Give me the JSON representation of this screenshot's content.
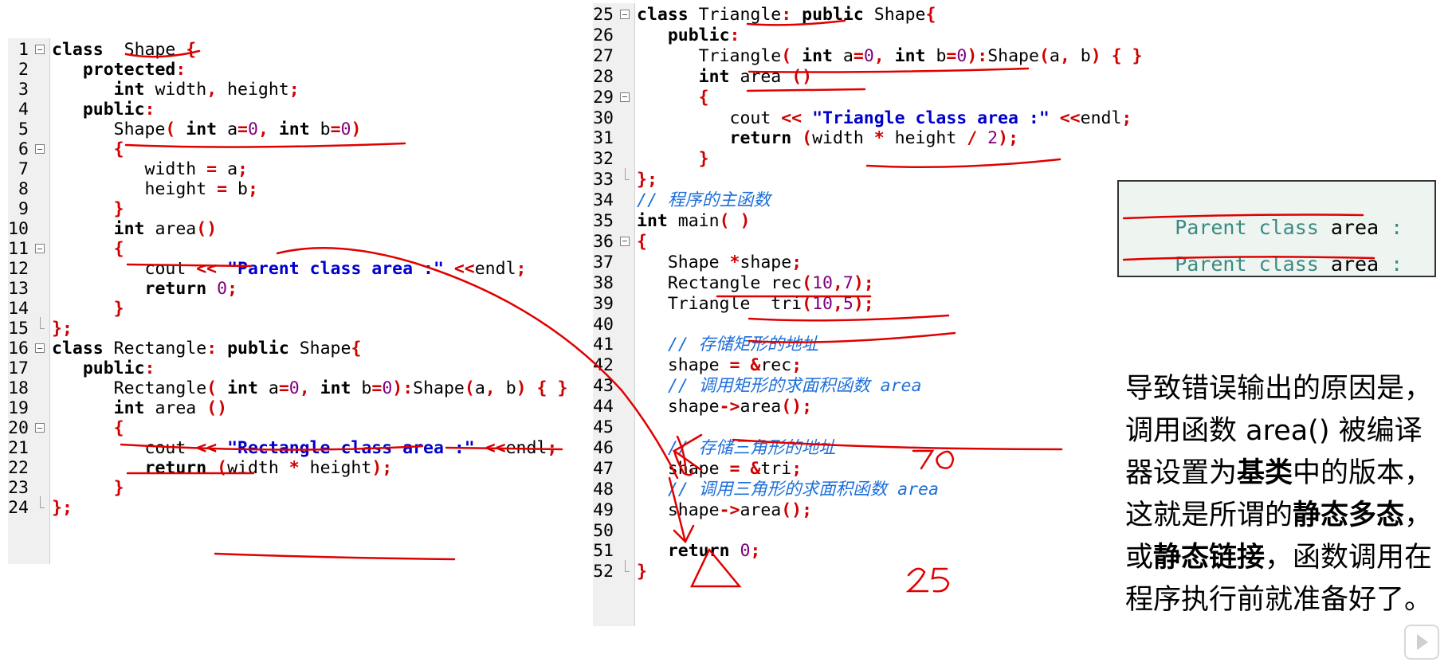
{
  "left_code": {
    "lines": [
      {
        "n": "1",
        "fold": "open",
        "segs": [
          [
            "kw",
            "class"
          ],
          [
            "",
            "  "
          ],
          [
            "",
            "Shape "
          ],
          [
            "op",
            "{"
          ]
        ]
      },
      {
        "n": "2",
        "segs": [
          [
            "",
            "   "
          ],
          [
            "kw",
            "protected"
          ],
          [
            "op",
            ":"
          ]
        ]
      },
      {
        "n": "3",
        "segs": [
          [
            "",
            "      "
          ],
          [
            "kw",
            "int"
          ],
          [
            "",
            " width"
          ],
          [
            "op",
            ","
          ],
          [
            "",
            " height"
          ],
          [
            "op",
            ";"
          ]
        ]
      },
      {
        "n": "4",
        "segs": [
          [
            "",
            "   "
          ],
          [
            "kw",
            "public"
          ],
          [
            "op",
            ":"
          ]
        ]
      },
      {
        "n": "5",
        "segs": [
          [
            "",
            "      Shape"
          ],
          [
            "op",
            "("
          ],
          [
            "",
            " "
          ],
          [
            "kw",
            "int"
          ],
          [
            "",
            " a"
          ],
          [
            "op",
            "="
          ],
          [
            "num",
            "0"
          ],
          [
            "op",
            ","
          ],
          [
            "",
            " "
          ],
          [
            "kw",
            "int"
          ],
          [
            "",
            " b"
          ],
          [
            "op",
            "="
          ],
          [
            "num",
            "0"
          ],
          [
            "op",
            ")"
          ]
        ]
      },
      {
        "n": "6",
        "fold": "open",
        "segs": [
          [
            "",
            "      "
          ],
          [
            "op",
            "{"
          ]
        ]
      },
      {
        "n": "7",
        "segs": [
          [
            "",
            "         width "
          ],
          [
            "op",
            "="
          ],
          [
            "",
            " a"
          ],
          [
            "op",
            ";"
          ]
        ]
      },
      {
        "n": "8",
        "segs": [
          [
            "",
            "         height "
          ],
          [
            "op",
            "="
          ],
          [
            "",
            " b"
          ],
          [
            "op",
            ";"
          ]
        ]
      },
      {
        "n": "9",
        "segs": [
          [
            "",
            "      "
          ],
          [
            "op",
            "}"
          ]
        ]
      },
      {
        "n": "10",
        "segs": [
          [
            "",
            "      "
          ],
          [
            "kw",
            "int"
          ],
          [
            "",
            " area"
          ],
          [
            "op",
            "()"
          ]
        ]
      },
      {
        "n": "11",
        "fold": "open",
        "segs": [
          [
            "",
            "      "
          ],
          [
            "op",
            "{"
          ]
        ]
      },
      {
        "n": "12",
        "segs": [
          [
            "",
            "         cout "
          ],
          [
            "op",
            "<<"
          ],
          [
            "",
            " "
          ],
          [
            "str",
            "\"Parent class area :\""
          ],
          [
            "",
            " "
          ],
          [
            "op",
            "<<"
          ],
          [
            "",
            "endl"
          ],
          [
            "op",
            ";"
          ]
        ]
      },
      {
        "n": "13",
        "segs": [
          [
            "",
            "         "
          ],
          [
            "kw",
            "return"
          ],
          [
            "",
            " "
          ],
          [
            "num",
            "0"
          ],
          [
            "op",
            ";"
          ]
        ]
      },
      {
        "n": "14",
        "segs": [
          [
            "",
            "      "
          ],
          [
            "op",
            "}"
          ]
        ]
      },
      {
        "n": "15",
        "fold": "end",
        "segs": [
          [
            "op",
            "};"
          ]
        ]
      },
      {
        "n": "16",
        "fold": "open",
        "segs": [
          [
            "kw",
            "class"
          ],
          [
            "",
            " Rectangle"
          ],
          [
            "op",
            ":"
          ],
          [
            "",
            " "
          ],
          [
            "kw",
            "public"
          ],
          [
            "",
            " Shape"
          ],
          [
            "op",
            "{"
          ]
        ]
      },
      {
        "n": "17",
        "segs": [
          [
            "",
            "   "
          ],
          [
            "kw",
            "public"
          ],
          [
            "op",
            ":"
          ]
        ]
      },
      {
        "n": "18",
        "segs": [
          [
            "",
            "      Rectangle"
          ],
          [
            "op",
            "("
          ],
          [
            "",
            " "
          ],
          [
            "kw",
            "int"
          ],
          [
            "",
            " a"
          ],
          [
            "op",
            "="
          ],
          [
            "num",
            "0"
          ],
          [
            "op",
            ","
          ],
          [
            "",
            " "
          ],
          [
            "kw",
            "int"
          ],
          [
            "",
            " b"
          ],
          [
            "op",
            "="
          ],
          [
            "num",
            "0"
          ],
          [
            "op",
            "):"
          ],
          [
            "",
            "Shape"
          ],
          [
            "op",
            "("
          ],
          [
            "",
            "a"
          ],
          [
            "op",
            ","
          ],
          [
            "",
            " b"
          ],
          [
            "op",
            ")"
          ],
          [
            "",
            " "
          ],
          [
            "op",
            "{"
          ],
          [
            "",
            " "
          ],
          [
            "op",
            "}"
          ]
        ]
      },
      {
        "n": "19",
        "segs": [
          [
            "",
            "      "
          ],
          [
            "kw",
            "int"
          ],
          [
            "",
            " area "
          ],
          [
            "op",
            "()"
          ]
        ]
      },
      {
        "n": "20",
        "fold": "open",
        "segs": [
          [
            "",
            "      "
          ],
          [
            "op",
            "{"
          ]
        ]
      },
      {
        "n": "21",
        "segs": [
          [
            "",
            "         cout "
          ],
          [
            "op",
            "<<"
          ],
          [
            "",
            " "
          ],
          [
            "str",
            "\"Rectangle class area :\""
          ],
          [
            "",
            " "
          ],
          [
            "op",
            "<<"
          ],
          [
            "",
            "endl"
          ],
          [
            "op",
            ";"
          ]
        ]
      },
      {
        "n": "22",
        "segs": [
          [
            "",
            "         "
          ],
          [
            "kw",
            "return"
          ],
          [
            "",
            " "
          ],
          [
            "op",
            "("
          ],
          [
            "",
            "width "
          ],
          [
            "op",
            "*"
          ],
          [
            "",
            " height"
          ],
          [
            "op",
            ");"
          ]
        ]
      },
      {
        "n": "23",
        "segs": [
          [
            "",
            "      "
          ],
          [
            "op",
            "}"
          ]
        ]
      },
      {
        "n": "24",
        "fold": "end",
        "segs": [
          [
            "op",
            "};"
          ]
        ]
      }
    ]
  },
  "right_code": {
    "lines": [
      {
        "n": "25",
        "fold": "open",
        "segs": [
          [
            "kw",
            "class"
          ],
          [
            "",
            " Triangle"
          ],
          [
            "op",
            ":"
          ],
          [
            "",
            " "
          ],
          [
            "kw",
            "public"
          ],
          [
            "",
            " Shape"
          ],
          [
            "op",
            "{"
          ]
        ]
      },
      {
        "n": "26",
        "segs": [
          [
            "",
            "   "
          ],
          [
            "kw",
            "public"
          ],
          [
            "op",
            ":"
          ]
        ]
      },
      {
        "n": "27",
        "segs": [
          [
            "",
            "      Triangle"
          ],
          [
            "op",
            "("
          ],
          [
            "",
            " "
          ],
          [
            "kw",
            "int"
          ],
          [
            "",
            " a"
          ],
          [
            "op",
            "="
          ],
          [
            "num",
            "0"
          ],
          [
            "op",
            ","
          ],
          [
            "",
            " "
          ],
          [
            "kw",
            "int"
          ],
          [
            "",
            " b"
          ],
          [
            "op",
            "="
          ],
          [
            "num",
            "0"
          ],
          [
            "op",
            "):"
          ],
          [
            "",
            "Shape"
          ],
          [
            "op",
            "("
          ],
          [
            "",
            "a"
          ],
          [
            "op",
            ","
          ],
          [
            "",
            " b"
          ],
          [
            "op",
            ")"
          ],
          [
            "",
            " "
          ],
          [
            "op",
            "{"
          ],
          [
            "",
            " "
          ],
          [
            "op",
            "}"
          ]
        ]
      },
      {
        "n": "28",
        "segs": [
          [
            "",
            "      "
          ],
          [
            "kw",
            "int"
          ],
          [
            "",
            " area "
          ],
          [
            "op",
            "()"
          ]
        ]
      },
      {
        "n": "29",
        "fold": "open",
        "segs": [
          [
            "",
            "      "
          ],
          [
            "op",
            "{"
          ]
        ]
      },
      {
        "n": "30",
        "segs": [
          [
            "",
            "         cout "
          ],
          [
            "op",
            "<<"
          ],
          [
            "",
            " "
          ],
          [
            "str",
            "\"Triangle class area :\""
          ],
          [
            "",
            " "
          ],
          [
            "op",
            "<<"
          ],
          [
            "",
            "endl"
          ],
          [
            "op",
            ";"
          ]
        ]
      },
      {
        "n": "31",
        "segs": [
          [
            "",
            "         "
          ],
          [
            "kw",
            "return"
          ],
          [
            "",
            " "
          ],
          [
            "op",
            "("
          ],
          [
            "",
            "width "
          ],
          [
            "op",
            "*"
          ],
          [
            "",
            " height "
          ],
          [
            "op",
            "/"
          ],
          [
            "",
            " "
          ],
          [
            "num",
            "2"
          ],
          [
            "op",
            ");"
          ]
        ]
      },
      {
        "n": "32",
        "segs": [
          [
            "",
            "      "
          ],
          [
            "op",
            "}"
          ]
        ]
      },
      {
        "n": "33",
        "fold": "end",
        "segs": [
          [
            "op",
            "};"
          ]
        ]
      },
      {
        "n": "34",
        "segs": [
          [
            "cmt",
            "// 程序的主函数"
          ]
        ]
      },
      {
        "n": "35",
        "segs": [
          [
            "kw",
            "int"
          ],
          [
            "",
            " main"
          ],
          [
            "op",
            "("
          ],
          [
            "",
            " "
          ],
          [
            "op",
            ")"
          ]
        ]
      },
      {
        "n": "36",
        "fold": "open",
        "segs": [
          [
            "op",
            "{"
          ]
        ]
      },
      {
        "n": "37",
        "segs": [
          [
            "",
            "   Shape "
          ],
          [
            "op",
            "*"
          ],
          [
            "",
            "shape"
          ],
          [
            "op",
            ";"
          ]
        ]
      },
      {
        "n": "38",
        "segs": [
          [
            "",
            "   Rectangle rec"
          ],
          [
            "op",
            "("
          ],
          [
            "num",
            "10"
          ],
          [
            "op",
            ","
          ],
          [
            "num",
            "7"
          ],
          [
            "op",
            ");"
          ]
        ]
      },
      {
        "n": "39",
        "segs": [
          [
            "",
            "   Triangle  tri"
          ],
          [
            "op",
            "("
          ],
          [
            "num",
            "10"
          ],
          [
            "op",
            ","
          ],
          [
            "num",
            "5"
          ],
          [
            "op",
            ");"
          ]
        ]
      },
      {
        "n": "40",
        "segs": []
      },
      {
        "n": "41",
        "segs": [
          [
            "",
            "   "
          ],
          [
            "cmt",
            "// 存储矩形的地址"
          ]
        ]
      },
      {
        "n": "42",
        "segs": [
          [
            "",
            "   shape "
          ],
          [
            "op",
            "="
          ],
          [
            "",
            " "
          ],
          [
            "op",
            "&"
          ],
          [
            "",
            "rec"
          ],
          [
            "op",
            ";"
          ]
        ]
      },
      {
        "n": "43",
        "segs": [
          [
            "",
            "   "
          ],
          [
            "cmt",
            "// 调用矩形的求面积函数 area"
          ]
        ]
      },
      {
        "n": "44",
        "segs": [
          [
            "",
            "   shape"
          ],
          [
            "op",
            "->"
          ],
          [
            "",
            "area"
          ],
          [
            "op",
            "();"
          ]
        ]
      },
      {
        "n": "45",
        "segs": []
      },
      {
        "n": "46",
        "segs": [
          [
            "",
            "   "
          ],
          [
            "cmt",
            "// 存储三角形的地址"
          ]
        ]
      },
      {
        "n": "47",
        "segs": [
          [
            "",
            "   shape "
          ],
          [
            "op",
            "="
          ],
          [
            "",
            " "
          ],
          [
            "op",
            "&"
          ],
          [
            "",
            "tri"
          ],
          [
            "op",
            ";"
          ]
        ]
      },
      {
        "n": "48",
        "segs": [
          [
            "",
            "   "
          ],
          [
            "cmt",
            "// 调用三角形的求面积函数 area"
          ]
        ]
      },
      {
        "n": "49",
        "segs": [
          [
            "",
            "   shape"
          ],
          [
            "op",
            "->"
          ],
          [
            "",
            "area"
          ],
          [
            "op",
            "();"
          ]
        ]
      },
      {
        "n": "50",
        "segs": []
      },
      {
        "n": "51",
        "segs": [
          [
            "",
            "   "
          ],
          [
            "kw",
            "return"
          ],
          [
            "",
            " "
          ],
          [
            "num",
            "0"
          ],
          [
            "op",
            ";"
          ]
        ]
      },
      {
        "n": "52",
        "fold": "end",
        "segs": [
          [
            "op",
            "}"
          ]
        ]
      }
    ]
  },
  "output_panel": {
    "lines": [
      {
        "prefix": "Parent class ",
        "word": "area",
        "suffix": " :"
      },
      {
        "prefix": "Parent class ",
        "word": "area",
        "suffix": " :"
      }
    ]
  },
  "explanation": {
    "segments": [
      {
        "t": "导致错误输出的原因是，调用函数 area() 被编译器设置为",
        "b": false
      },
      {
        "t": "基类",
        "b": true
      },
      {
        "t": "中的版本，这就是所谓的",
        "b": false
      },
      {
        "t": "静态多态",
        "b": true
      },
      {
        "t": "，或",
        "b": false
      },
      {
        "t": "静态链接",
        "b": true
      },
      {
        "t": "，函数调用在程序执行前就准备好了。",
        "b": false
      }
    ]
  },
  "annotations": {
    "rect_result": "70",
    "tri_result": "25",
    "ink_color": "#e00000"
  },
  "colors": {
    "keyword": "#000000",
    "operator": "#d00000",
    "number": "#800080",
    "string": "#0000cc",
    "comment": "#1e6fd9",
    "output_text": "#3a8a84"
  }
}
